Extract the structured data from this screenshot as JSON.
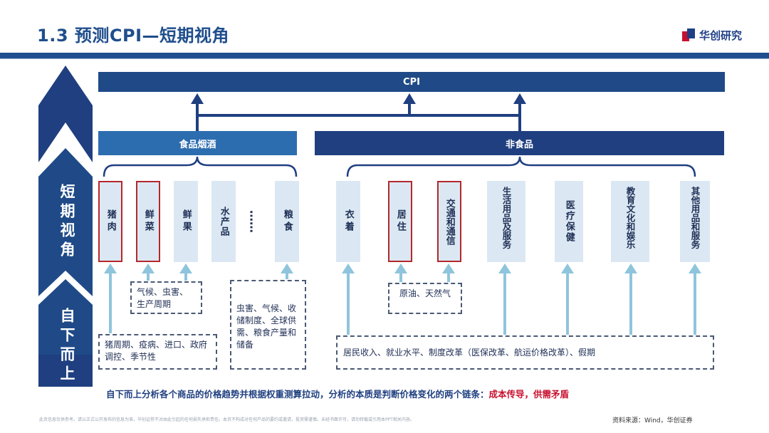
{
  "header": {
    "title": "1.3 预测CPI—短期视角",
    "brand": "华创研究"
  },
  "side": {
    "top_label": "短期视角",
    "bottom_label": "自下而上"
  },
  "diagram": {
    "root": "CPI",
    "groups": {
      "food": "食品烟酒",
      "nonfood": "非食品"
    },
    "categories": [
      {
        "id": "pork",
        "label": "猪肉",
        "highlight": true
      },
      {
        "id": "veg",
        "label": "鲜菜",
        "highlight": true
      },
      {
        "id": "fruit",
        "label": "鲜果",
        "highlight": false
      },
      {
        "id": "aquatic",
        "label": "水产品",
        "highlight": false
      },
      {
        "id": "ellipsis",
        "label": "……",
        "highlight": false
      },
      {
        "id": "grain",
        "label": "粮食",
        "highlight": false
      },
      {
        "id": "clothing",
        "label": "衣着",
        "highlight": false
      },
      {
        "id": "housing",
        "label": "居住",
        "highlight": true
      },
      {
        "id": "transport",
        "label": "交通和通信",
        "highlight": true
      },
      {
        "id": "daily",
        "label": "生活用品及服务",
        "highlight": false
      },
      {
        "id": "medical",
        "label": "医疗保健",
        "highlight": false
      },
      {
        "id": "education",
        "label": "教育文化和娱乐",
        "highlight": false
      },
      {
        "id": "other",
        "label": "其他用品和服务",
        "highlight": false
      }
    ],
    "factors": {
      "weather_pest": "气候、虫害、生产周期",
      "pork_factors": "猪周期、疫病、进口、政府调控、季节性",
      "grain_factors": "虫害、气候、收储制度、全球供需、粮食产量和储备",
      "oil_gas": "原油、天然气",
      "nonfood_factors": "居民收入、就业水平、制度改革（医保改革、航运价格改革）、假期"
    }
  },
  "note": {
    "text": "自下而上分析各个商品的价格趋势并根据权重测算拉动，分析的本质是判断价格变化的两个链条：",
    "highlight": "成本传导，供需矛盾"
  },
  "footer": {
    "disclaimer": "此页信息仅供参考。请以正式公开发布的信息为准，华创证券不对由此引起的任何损失承担责任。本页不构成对任何产品的要约或邀请，投资需谨慎。未经书面许可，请勿转载或引用本PPT相关内容。",
    "source": "资料来源：Wind，华创证券"
  },
  "colors": {
    "primary_navy": "#1f3f80",
    "food_blue": "#2c6db0",
    "card_fill": "#dbe8f3",
    "highlight_red": "#b3282d",
    "arrow_teal": "#8fc5dc"
  }
}
